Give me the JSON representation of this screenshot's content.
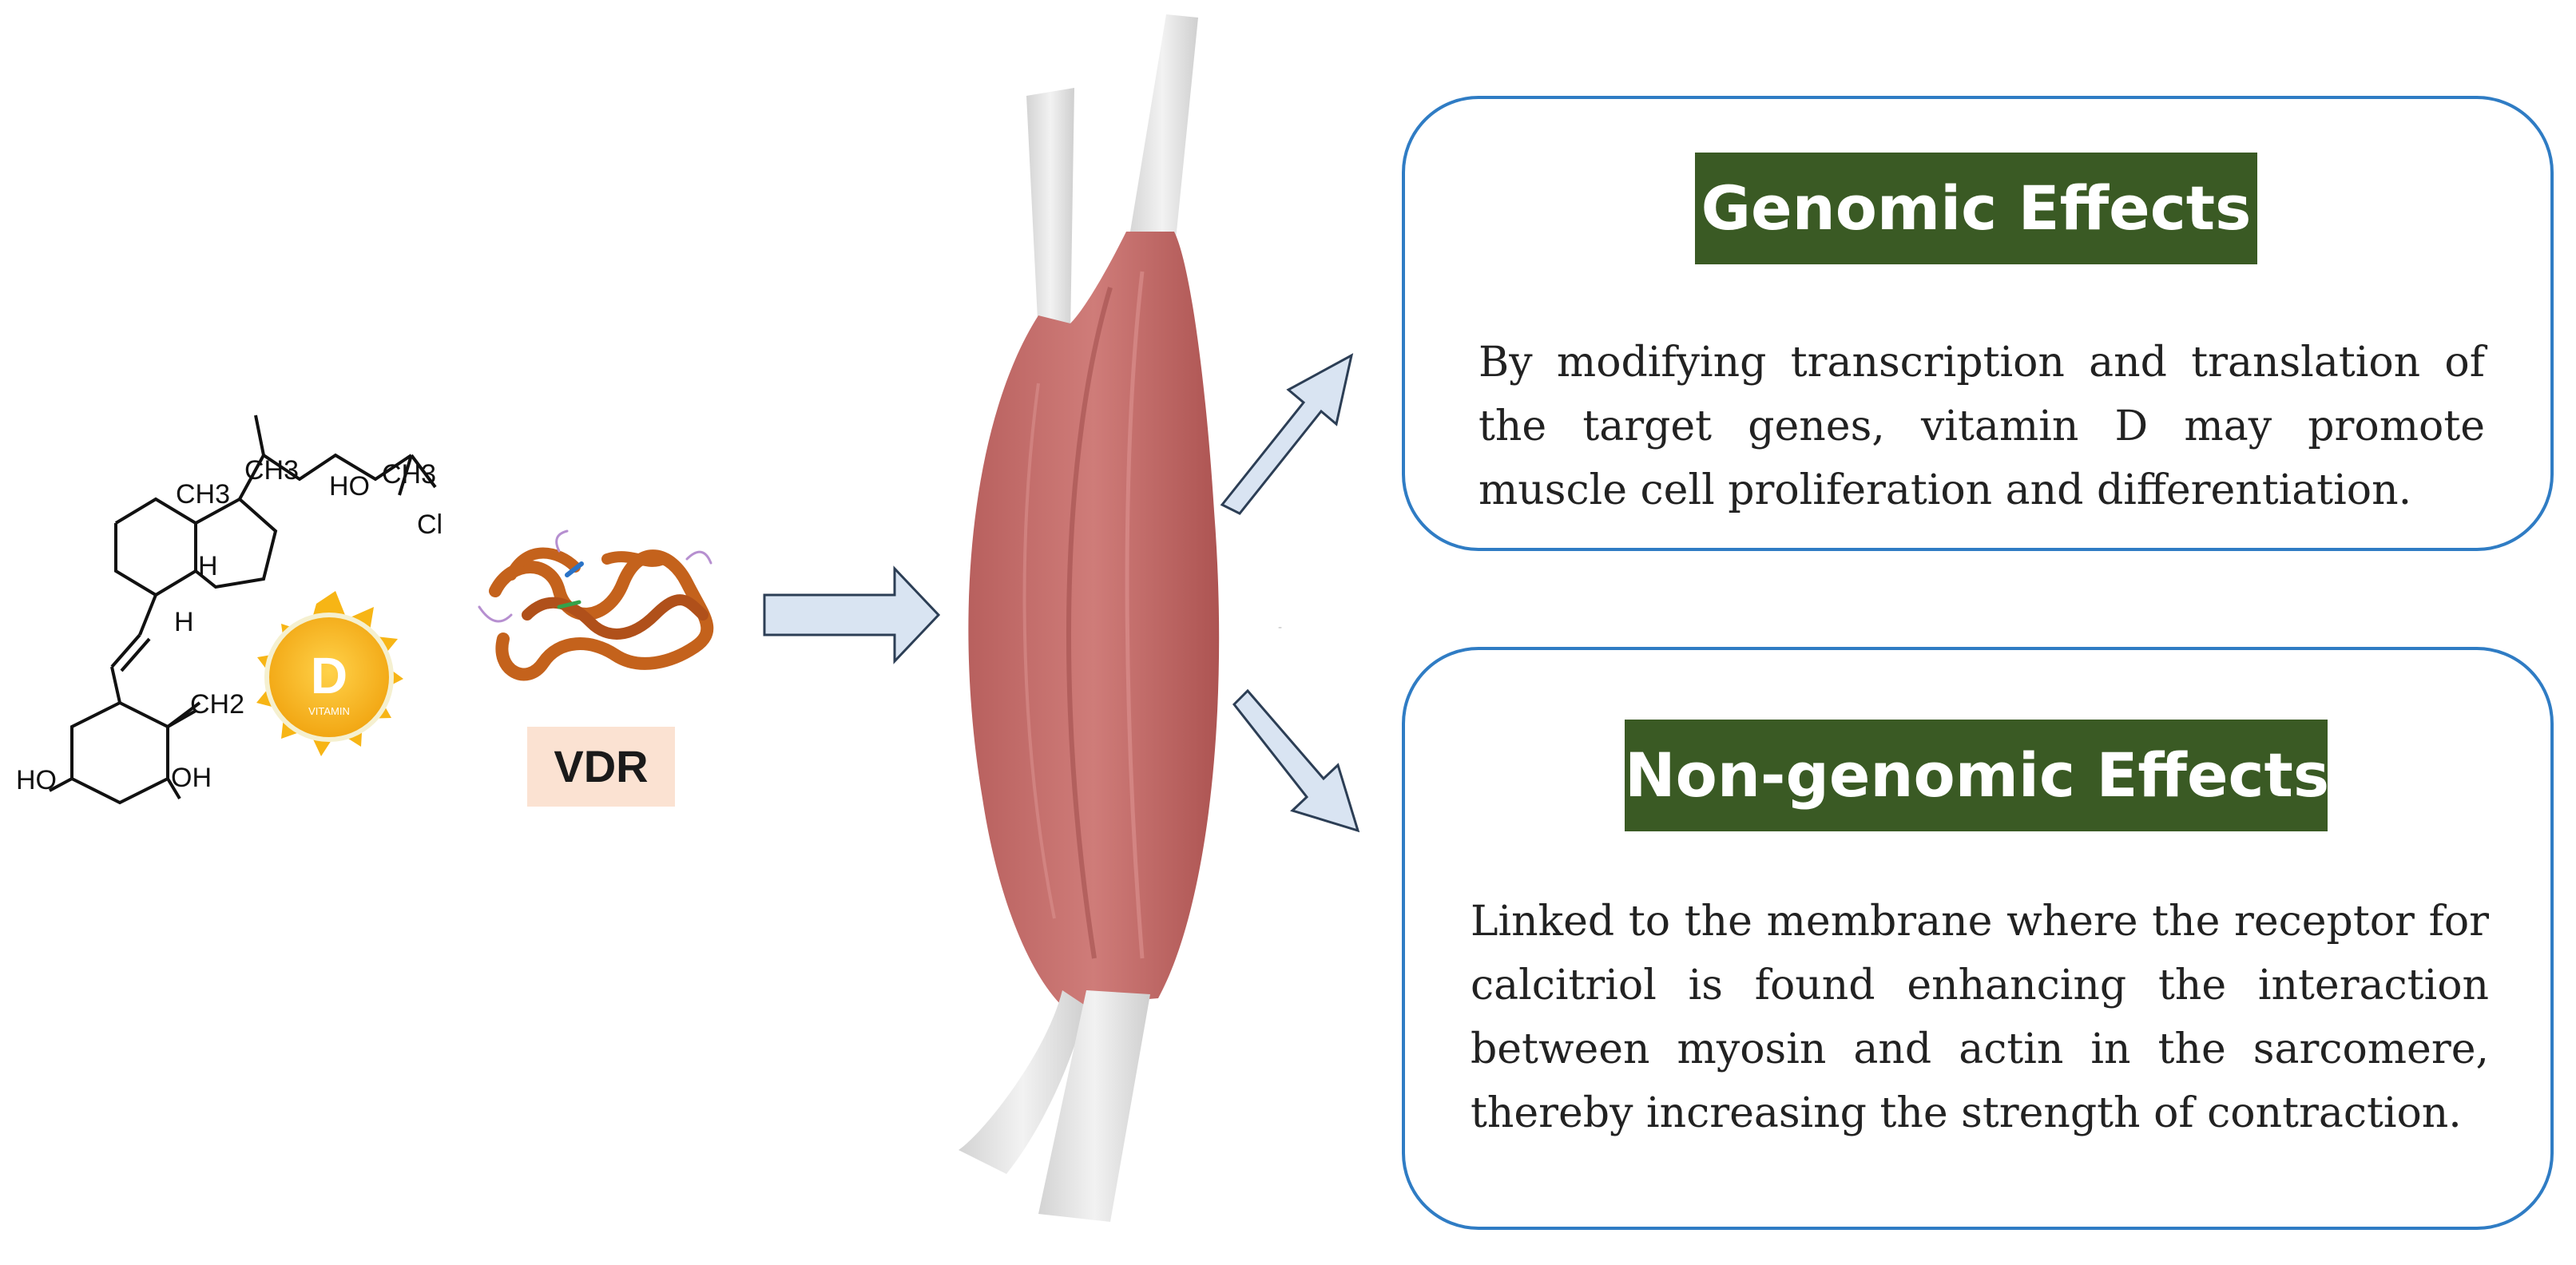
{
  "molecule": {
    "labels": {
      "ch3_top": "CH3",
      "ch3_ring": "CH3",
      "ho": "HO",
      "ch3_side": "CH3",
      "cl": "Cl",
      "h1": "H",
      "h2": "H",
      "ch2": "CH2",
      "ho_left": "HO",
      "oh_right": "OH"
    }
  },
  "vitamin_badge": {
    "letter": "D",
    "text": "VITAMIN"
  },
  "vdr": {
    "label": "VDR"
  },
  "genomic": {
    "title": "Genomic Effects",
    "text": "By modifying transcription and translation of the target genes, vitamin D may promote muscle cell proliferation and differentiation."
  },
  "non_genomic": {
    "title": "Non-genomic Effects",
    "text": "Linked to the membrane where the receptor for calcitriol is found enhancing the interaction between myosin and actin in the sarcomere, thereby increasing the strength of contraction."
  },
  "colors": {
    "box_border": "#2f7cc4",
    "title_bg": "#3a5a24",
    "arrow_fill": "#d9e4f2",
    "arrow_stroke": "#2c3e55",
    "muscle": "#c36a68",
    "tendon": "#e4e4e4",
    "sun": "#f7b515",
    "protein": "#c4621c"
  }
}
